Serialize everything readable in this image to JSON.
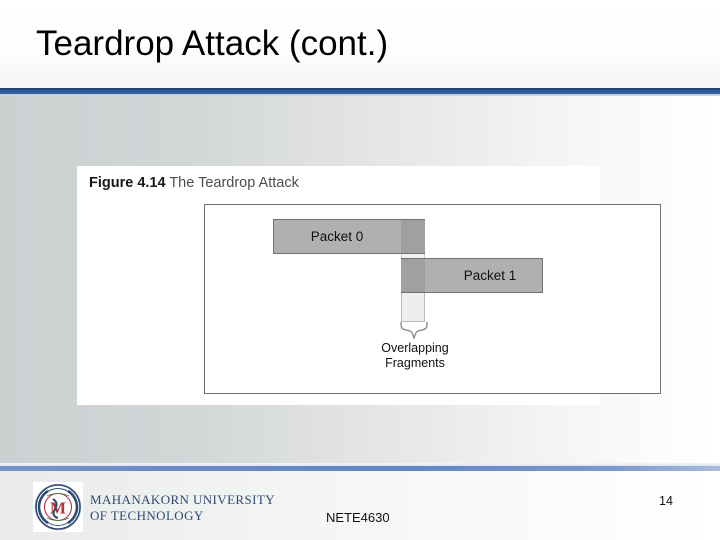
{
  "slide": {
    "title": "Teardrop Attack (cont.)",
    "page_number": "14",
    "accent_color_top": "#2a5699",
    "accent_color_footer": "#6a8ac4"
  },
  "figure": {
    "caption_number": "Figure 4.14",
    "caption_text": " The Teardrop Attack",
    "packet0_label": "Packet 0",
    "packet1_label": "Packet 1",
    "overlap_label_line1": "Overlapping",
    "overlap_label_line2": "Fragments",
    "packet_fill": "#b0b0b0",
    "overlap_fill": "#a0a0a0",
    "column_fill": "#eeeeee"
  },
  "footer": {
    "org_line1": "MAHANAKORN UNIVERSITY",
    "org_line2": "OF TECHNOLOGY",
    "course_code": "NETE4630",
    "logo_name": "mahanakorn-university-crest"
  }
}
